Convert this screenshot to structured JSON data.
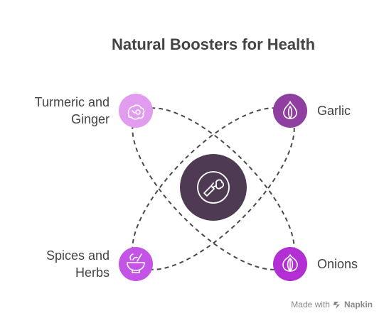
{
  "title": "Natural Boosters for Health",
  "center": {
    "icon": "carrot-vegetables-icon",
    "color": "#4f3a54"
  },
  "nodes": [
    {
      "id": "turmeric",
      "label_line1": "Turmeric and",
      "label_line2": "Ginger",
      "icon": "turmeric-ginger-icon",
      "color": "#e29cef"
    },
    {
      "id": "garlic",
      "label_line1": "Garlic",
      "label_line2": "",
      "icon": "garlic-icon",
      "color": "#8e3fa0"
    },
    {
      "id": "spices",
      "label_line1": "Spices and",
      "label_line2": "Herbs",
      "icon": "mortar-pestle-icon",
      "color": "#c354e6"
    },
    {
      "id": "onions",
      "label_line1": "Onions",
      "label_line2": "",
      "icon": "onion-icon",
      "color": "#b12fd3"
    }
  ],
  "watermark": {
    "prefix": "Made with",
    "brand": "Napkin"
  }
}
